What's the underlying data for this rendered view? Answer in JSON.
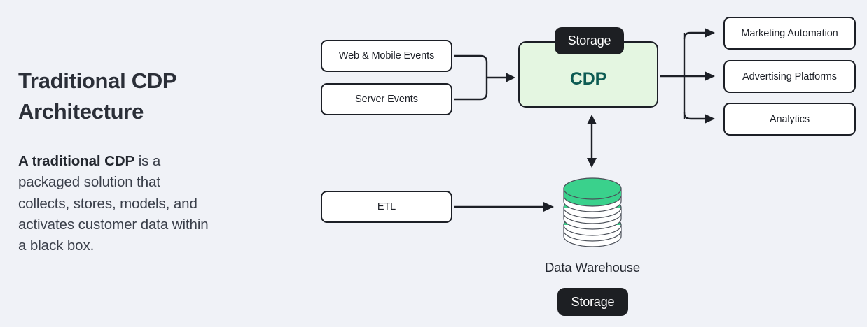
{
  "page": {
    "background_color": "#f0f2f7",
    "title": "Traditional CDP Architecture"
  },
  "left_panel": {
    "headline": "Traditional CDP Architecture",
    "body_lead": "A traditional CDP",
    "body_rest": " is a packaged solution that collects, stores, models, and activates customer data within a black box."
  },
  "diagram": {
    "type": "architecture-flow",
    "sources": [
      {
        "id": "web-mobile-events",
        "label": "Web & Mobile Events"
      },
      {
        "id": "server-events",
        "label": "Server Events"
      }
    ],
    "etl": {
      "id": "etl",
      "label": "ETL"
    },
    "core": {
      "id": "cdp",
      "label": "CDP",
      "fill_color": "#e4f6e1",
      "text_color": "#0d5b53",
      "badge": "Storage"
    },
    "warehouse": {
      "id": "data-warehouse",
      "label": "Data Warehouse",
      "badge": "Storage",
      "icon": "database-cylinder-icon",
      "accent_color": "#3ad18c"
    },
    "destinations": [
      {
        "id": "marketing-automation",
        "label": "Marketing Automation"
      },
      {
        "id": "advertising-platforms",
        "label": "Advertising Platforms"
      },
      {
        "id": "analytics",
        "label": "Analytics"
      }
    ],
    "connections": [
      {
        "from": "web-mobile-events",
        "to": "cdp",
        "style": "elbow-merge",
        "arrow": "single"
      },
      {
        "from": "server-events",
        "to": "cdp",
        "style": "elbow-merge",
        "arrow": "single"
      },
      {
        "from": "etl",
        "to": "data-warehouse",
        "style": "straight",
        "arrow": "single"
      },
      {
        "from": "cdp",
        "to": "data-warehouse",
        "style": "vertical",
        "arrow": "double"
      },
      {
        "from": "cdp",
        "to": "marketing-automation",
        "style": "elbow-fanout",
        "arrow": "single"
      },
      {
        "from": "cdp",
        "to": "advertising-platforms",
        "style": "straight",
        "arrow": "single"
      },
      {
        "from": "cdp",
        "to": "analytics",
        "style": "elbow-fanout",
        "arrow": "single"
      }
    ]
  }
}
